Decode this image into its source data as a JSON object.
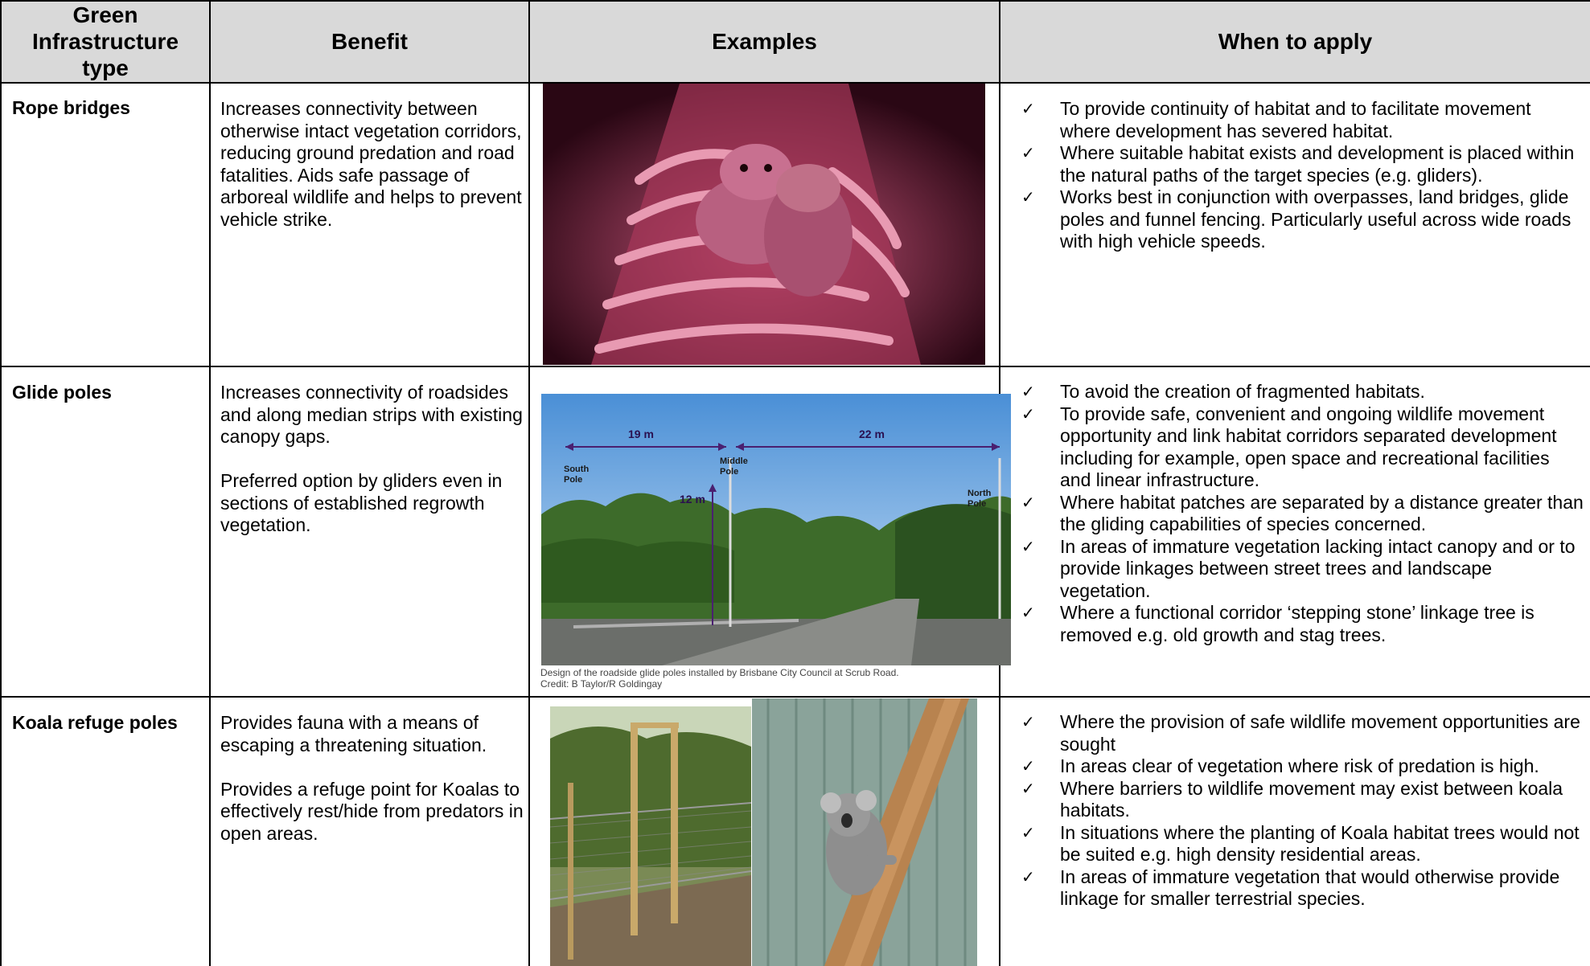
{
  "headers": {
    "type": "Green Infrastructure type",
    "benefit": "Benefit",
    "examples": "Examples",
    "when": "When to apply"
  },
  "rows": [
    {
      "type": "Rope bridges",
      "benefit": [
        "Increases connectivity between otherwise intact vegetation corridors, reducing ground predation and road fatalities. Aids safe passage of arboreal wildlife and helps to prevent vehicle strike."
      ],
      "when": [
        "To provide continuity of habitat and to facilitate movement where development has severed habitat.",
        "Where suitable habitat exists and development is placed within the natural paths of the target species (e.g. gliders).",
        "Works best in conjunction with overpasses, land bridges, glide poles and funnel fencing. Particularly useful across wide roads with high vehicle speeds."
      ]
    },
    {
      "type": "Glide poles",
      "benefit": [
        "Increases connectivity of roadsides and along median strips with existing canopy gaps.",
        "Preferred option by gliders even in sections of established regrowth vegetation."
      ],
      "when": [
        "To avoid the creation of fragmented habitats.",
        "To provide safe, convenient and ongoing wildlife movement opportunity and link habitat corridors separated development including for example, open space and recreational facilities and linear infrastructure.",
        "Where habitat patches are separated by a distance greater than the gliding capabilities of species concerned.",
        "In areas of immature vegetation lacking intact canopy and or to provide linkages between street trees and landscape vegetation.",
        "Where a functional corridor ‘stepping stone’ linkage tree is removed e.g. old growth and stag trees."
      ],
      "diagram": {
        "left_dist": "19 m",
        "right_dist": "22 m",
        "height": "12 m",
        "south": "South Pole",
        "middle": "Middle Pole",
        "north": "North Pole",
        "caption1": "Design of the roadside glide poles installed by Brisbane City Council at Scrub Road.",
        "caption2": "Credit: B Taylor/R Goldingay"
      }
    },
    {
      "type": "Koala refuge poles",
      "benefit": [
        "Provides fauna with a means of escaping a threatening situation.",
        "Provides a refuge point for Koalas to effectively rest/hide from predators in open areas."
      ],
      "when": [
        "Where the provision of safe wildlife movement opportunities are sought",
        "In areas clear of vegetation where risk of predation is high.",
        "Where barriers to wildlife movement may exist between koala habitats.",
        "In situations where the planting of Koala habitat trees would not be suited e.g. high density residential areas.",
        "In areas of immature vegetation that would otherwise provide linkage for smaller terrestrial species."
      ]
    }
  ],
  "check_icon": "check-icon",
  "colors": {
    "header_bg": "#d9d9d9",
    "sky": "#4a8fd6",
    "rope_photo": "#a8375a"
  }
}
